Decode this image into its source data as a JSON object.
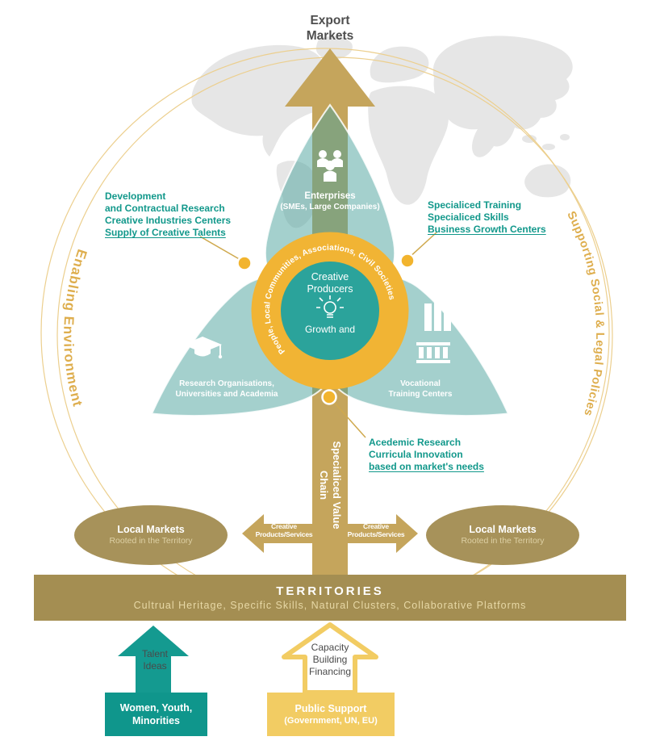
{
  "palette": {
    "teal_petal": "#4aa19b",
    "teal_center": "#2ba39b",
    "teal_strong": "#149a90",
    "teal_box": "#0f968c",
    "gold_ring": "#f1b434",
    "gold_dot": "#f2b42e",
    "tan_arrow": "#c5a55c",
    "olive_bar": "#a48e52",
    "olive_oval": "#a7925a",
    "pale_gold": "#f2cc63",
    "orbit_gold": "#deae4e",
    "annotation_teal": "#12988b",
    "text_gray": "#4e4e4e",
    "map_gray": "#e6e6e6"
  },
  "export_markets": {
    "line1": "Export",
    "line2": "Markets"
  },
  "orbit": {
    "left": "Enabling Environment",
    "right": "Supporting Social & Legal Policies"
  },
  "ring": {
    "text": "People, Local Communities, Associations, Civil Societies"
  },
  "center": {
    "line1": "Creative",
    "line2": "Producers",
    "line3": "Growth and"
  },
  "petals": {
    "top": {
      "line1": "Enterprises",
      "line2": "(SMEs, Large Companies)"
    },
    "left": {
      "line1": "Research Organisations,",
      "line2": "Universities and Academia"
    },
    "right": {
      "line1": "Vocational",
      "line2": "Training Centers"
    }
  },
  "annotations": {
    "left": {
      "line1": "Development",
      "line2": "and Contractual Research",
      "line3": "Creative Industries Centers",
      "underline": "Supply of Creative Talents"
    },
    "right": {
      "line1": "Specialiced Training",
      "line2": "Specialiced Skills",
      "underline": "Business Growth Centers"
    },
    "bottom": {
      "line1": "Acedemic Research",
      "line2": "Curricula Innovation",
      "underline": "based on market's needs"
    }
  },
  "value_chain": {
    "line1": "Specialiced Value",
    "line2": "Chain"
  },
  "product_arrow_left": {
    "line1": "Creative",
    "line2": "Products/Services"
  },
  "product_arrow_right": {
    "line1": "Creative",
    "line2": "Products/Services"
  },
  "local_markets_left": {
    "title": "Local Markets",
    "subtitle": "Rooted in the Territory"
  },
  "local_markets_right": {
    "title": "Local Markets",
    "subtitle": "Rooted in the Territory"
  },
  "territories": {
    "title": "TERRITORIES",
    "subtitle": "Cultrual Heritage, Specific Skills, Natural Clusters, Collaborative Platforms"
  },
  "talent_arrow": {
    "line1": "Talent",
    "line2": "Ideas"
  },
  "talent_box": {
    "line1": "Women, Youth,",
    "line2": "Minorities"
  },
  "support_arrow": {
    "line1": "Capacity",
    "line2": "Building",
    "line3": "Financing"
  },
  "support_box": {
    "line1": "Public Support",
    "line2": "(Government, UN, EU)"
  }
}
